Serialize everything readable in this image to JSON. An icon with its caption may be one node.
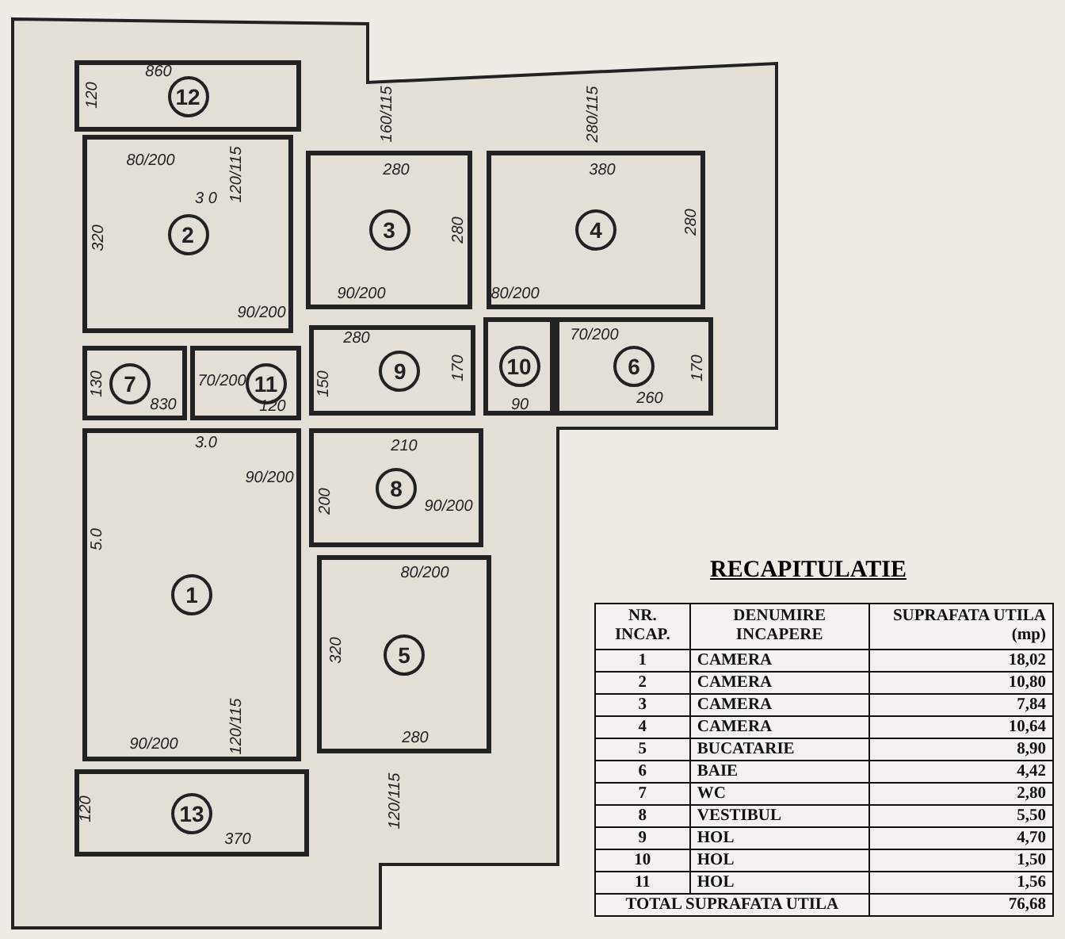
{
  "diagram": {
    "nodes": [
      {
        "text": [
          "1"
        ]
      },
      {
        "text": [
          "2"
        ]
      },
      {
        "text": [
          "3"
        ]
      },
      {
        "text": [
          "4"
        ]
      },
      {
        "text": [
          "5"
        ]
      },
      {
        "text": [
          "6"
        ]
      },
      {
        "text": [
          "7"
        ]
      },
      {
        "text": [
          "8"
        ]
      },
      {
        "text": [
          "9"
        ]
      },
      {
        "text": [
          "10"
        ]
      },
      {
        "text": [
          "11"
        ]
      },
      {
        "text": [
          "12"
        ]
      },
      {
        "text": [
          "13"
        ]
      }
    ],
    "labels": [
      "860",
      "120",
      "80/200",
      "120/115",
      "160/115",
      "280/115",
      "3 0",
      "280",
      "380",
      "320",
      "280",
      "280",
      "90/200",
      "80/200",
      "90/200",
      "70/200",
      "280",
      "170",
      "70/200",
      "170",
      "130",
      "830",
      "150",
      "120",
      "90",
      "260",
      "3.0",
      "210",
      "90/200",
      "200",
      "90/200",
      "80/200",
      "5.0",
      "320",
      "90/200",
      "120/115",
      "280",
      "120/115",
      "120",
      "370",
      "RECAPITULATIE",
      "NR. INCAP.",
      "DENUMIRE INCAPERE",
      "SUPRAFATA UTILA (mp)",
      "1",
      "CAMERA",
      "18,02",
      "2",
      "CAMERA",
      "10,80",
      "3",
      "CAMERA",
      "7,84",
      "4",
      "CAMERA",
      "10,64",
      "5",
      "BUCATARIE",
      "8,90",
      "6",
      "BAIE",
      "4,42",
      "7",
      "WC",
      "2,80",
      "8",
      "VESTIBUL",
      "5,50",
      "9",
      "HOL",
      "4,70",
      "10",
      "HOL",
      "1,50",
      "11",
      "HOL",
      "1,56",
      "TOTAL SUPRAFATA UTILA",
      "76,68"
    ]
  }
}
